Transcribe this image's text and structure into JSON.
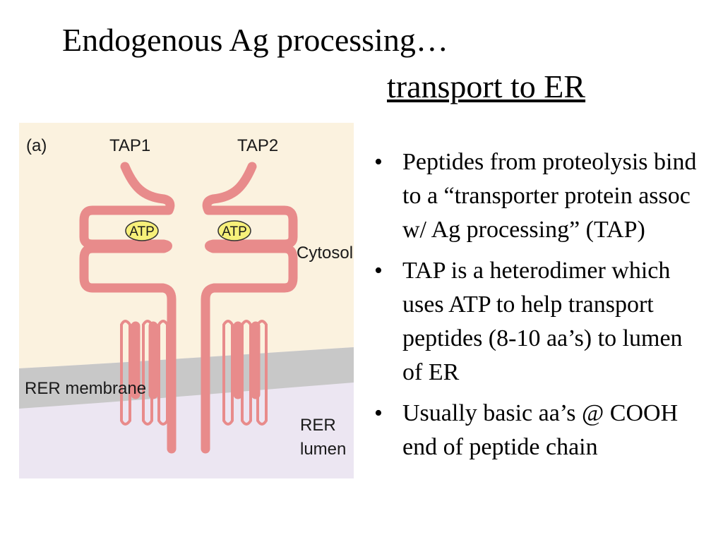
{
  "slide": {
    "title": "Endogenous Ag processing…",
    "subtitle": "transport to ER"
  },
  "figure": {
    "panel_label": "(a)",
    "tap1_label": "TAP1",
    "tap2_label": "TAP2",
    "atp_label_1": "ATP",
    "atp_label_2": "ATP",
    "cytosol_label": "Cytosol",
    "membrane_label": "RER membrane",
    "lumen_label_line1": "RER",
    "lumen_label_line2": "lumen",
    "colors": {
      "cytosol": "#fbf2df",
      "membrane": "#c8c8c8",
      "lumen": "#ece6f2",
      "protein_stroke": "#e88b8b",
      "atp_fill": "#f7f07a"
    }
  },
  "bullets": [
    "Peptides from proteolysis bind to a “transporter protein assoc w/ Ag processing” (TAP)",
    "TAP is a heterodimer which uses ATP to help transport peptides (8-10 aa’s) to lumen of ER",
    "Usually basic aa’s @ COOH end of peptide chain"
  ],
  "bullet_symbol": "•"
}
